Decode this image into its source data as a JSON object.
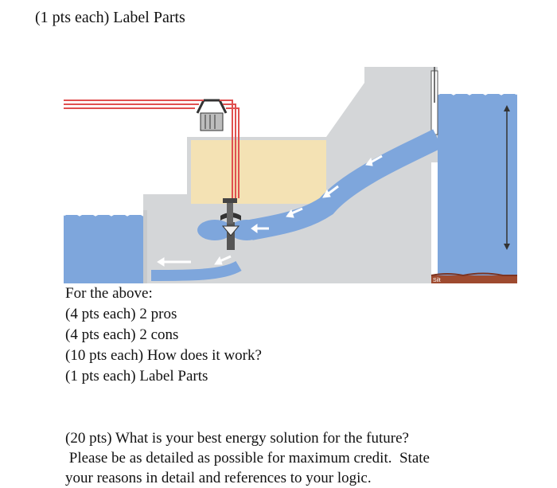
{
  "header": {
    "text": "(1 pts each) Label Parts"
  },
  "diagram": {
    "silt_label": "Silt",
    "colors": {
      "water": "#7ea6dc",
      "concrete": "#d4d6d8",
      "powerhouse": "#f4e2b4",
      "silt": "#9e4a2f",
      "lines": "#e05050"
    }
  },
  "questions": [
    "For the above:",
    "(4 pts each) 2 pros",
    "(4 pts each) 2 cons",
    "(10 pts each) How does it work?",
    "(1 pts each) Label Parts"
  ],
  "essay": {
    "lines": [
      "(20 pts) What is your best energy solution for the future?",
      " Please be as detailed as possible for maximum credit.  State",
      "your reasons in detail and references to your logic."
    ]
  }
}
